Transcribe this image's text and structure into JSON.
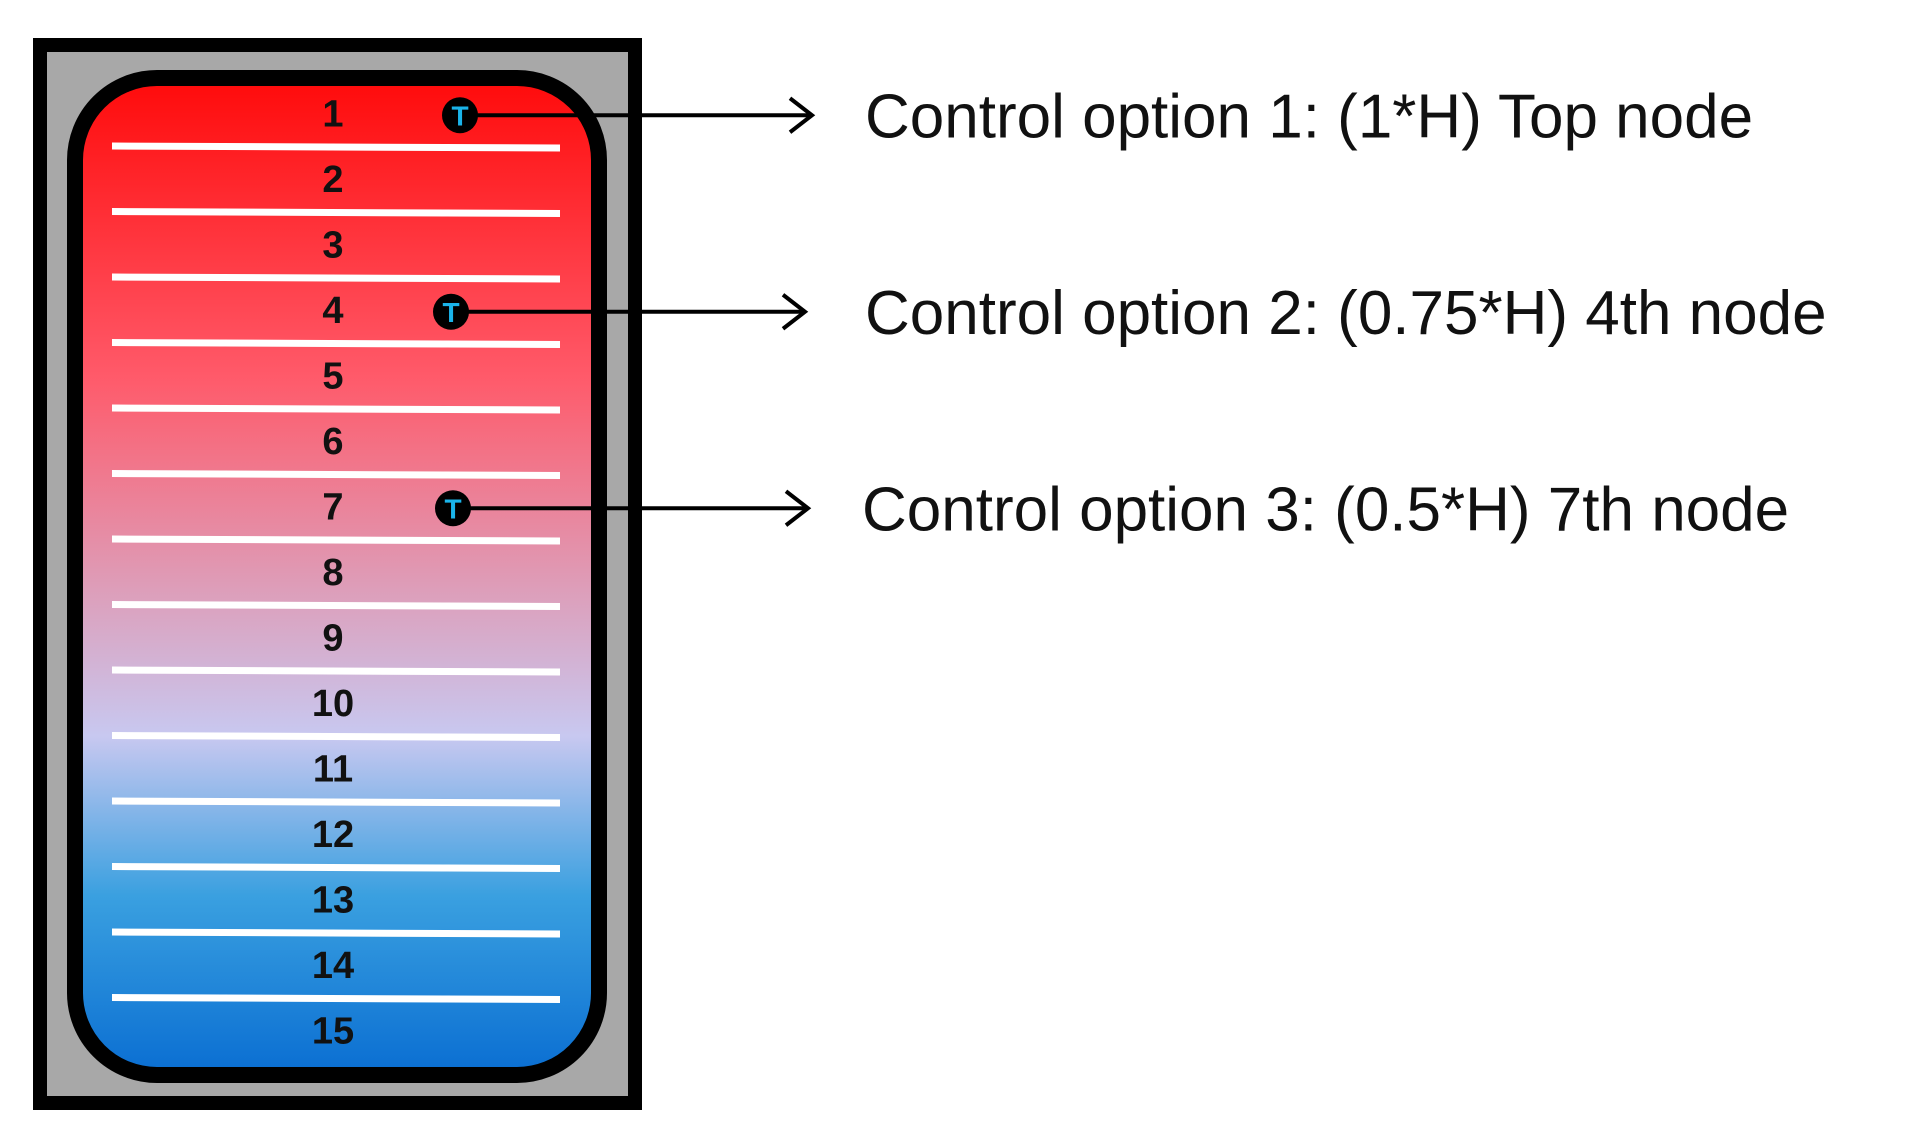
{
  "tank": {
    "node_labels": [
      "1",
      "2",
      "3",
      "4",
      "5",
      "6",
      "7",
      "8",
      "9",
      "10",
      "11",
      "12",
      "13",
      "14",
      "15"
    ],
    "color_top": "#ff0a0a",
    "color_middle": "#c8c8f0",
    "color_bottom": "#0a6ed2",
    "casing_color": "#a8a8a8"
  },
  "sensors": [
    {
      "letter": "T",
      "node_index": 1,
      "label": "Control option 1: (1*H) Top node"
    },
    {
      "letter": "T",
      "node_index": 4,
      "label": "Control option 2: (0.75*H) 4th node"
    },
    {
      "letter": "T",
      "node_index": 7,
      "label": "Control option 3: (0.5*H) 7th node"
    }
  ],
  "colors": {
    "sensor_fill": "#1ab4ea",
    "sensor_stroke": "#000000",
    "divider": "#ffffff",
    "outline": "#000000"
  }
}
